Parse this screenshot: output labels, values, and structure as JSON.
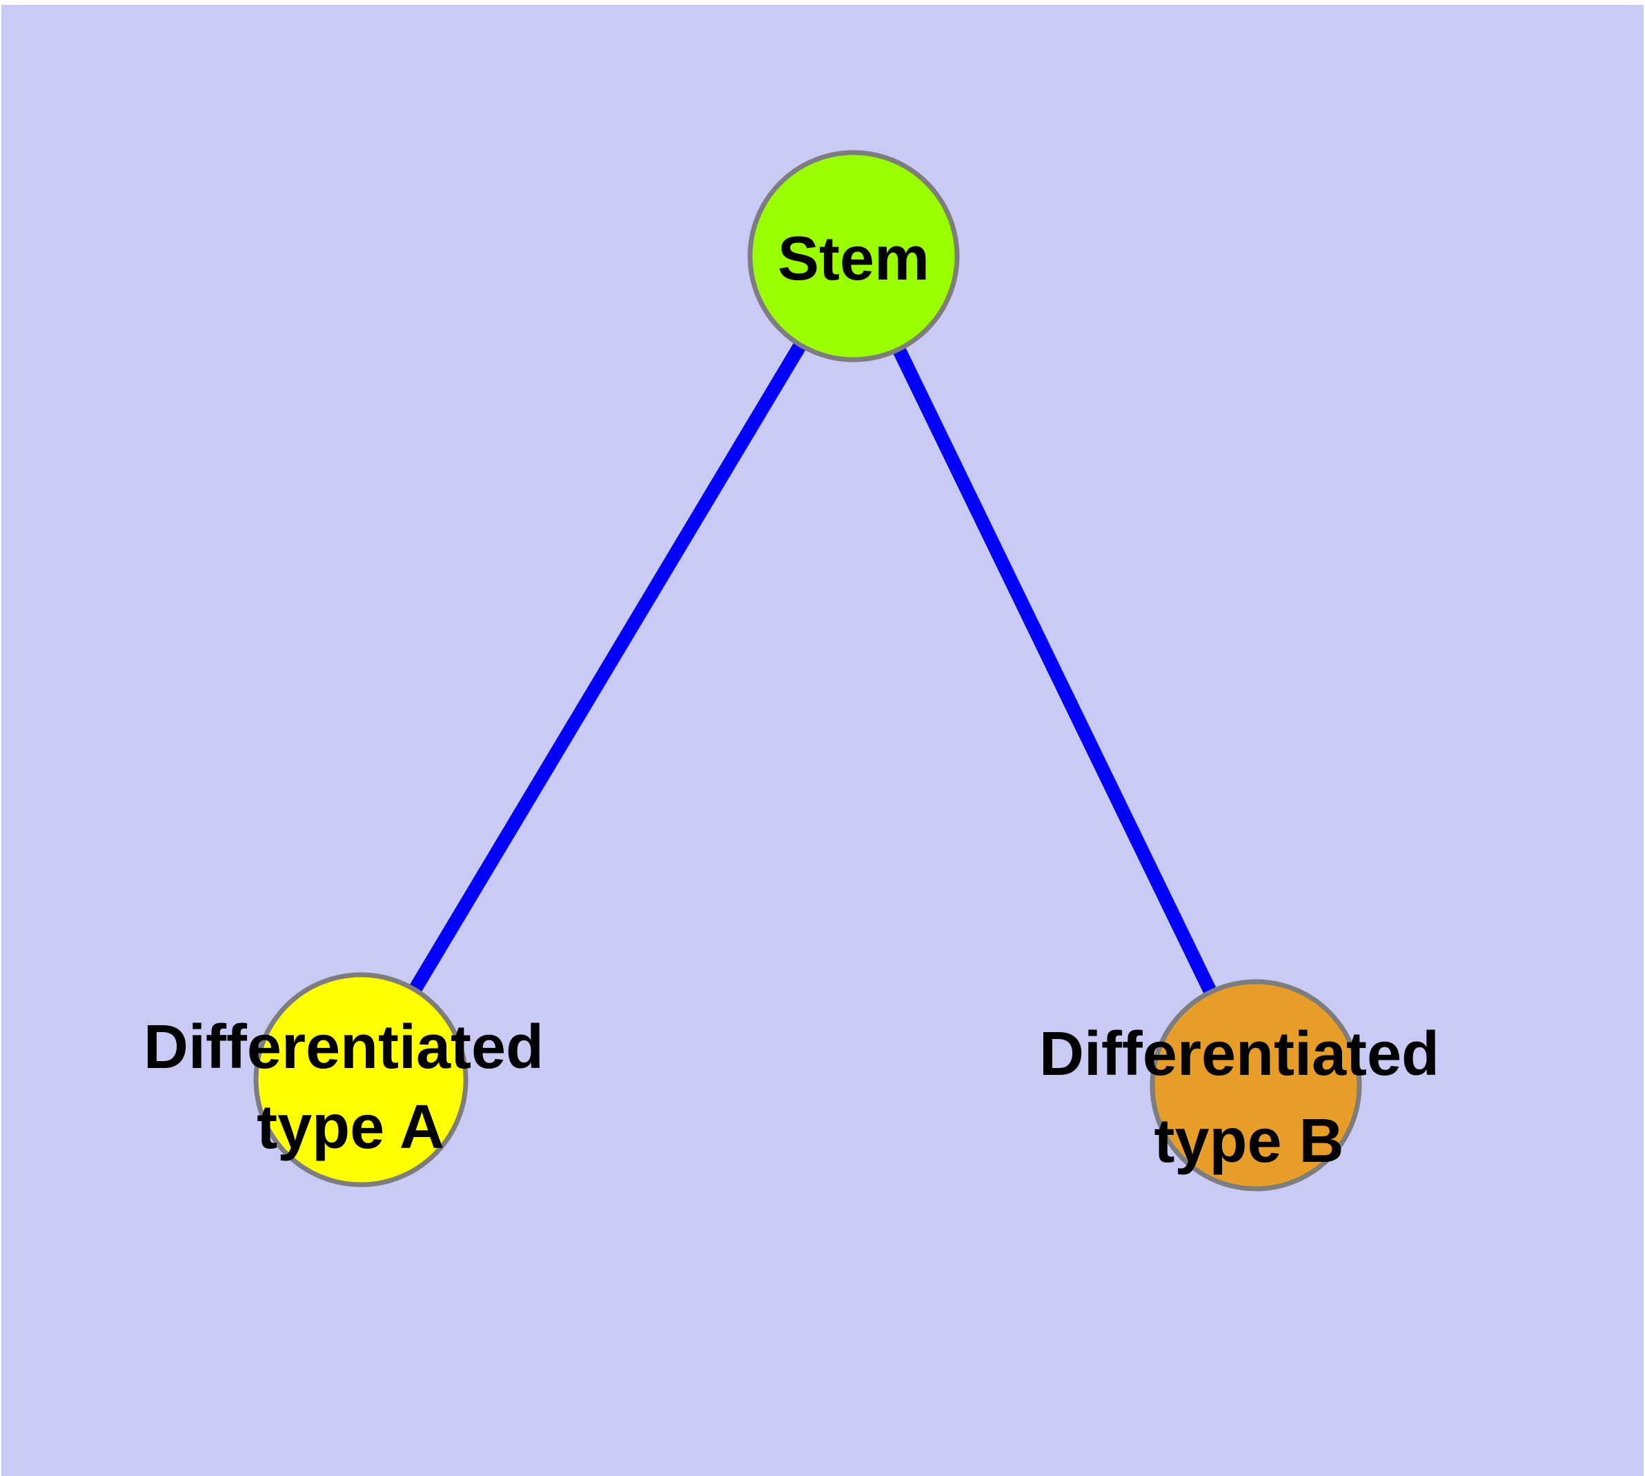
{
  "diagram": {
    "type": "node-link-graph",
    "title": "",
    "background_color": "#cacaf6",
    "page_margin_color": "#ffffff",
    "edge_color": "#0202fa",
    "node_border_color": "#7d7d7d",
    "label_color": "#000000",
    "nodes": [
      {
        "id": "stem",
        "label": "Stem",
        "line1": "Stem",
        "line2": "",
        "fill": "#9afe00"
      },
      {
        "id": "differentiated-type-a",
        "label": "Differentiated type A",
        "line1": "Differentiated",
        "line2": "type A",
        "fill": "#ffff00"
      },
      {
        "id": "differentiated-type-b",
        "label": "Differentiated type B",
        "line1": "Differentiated",
        "line2": "type B",
        "fill": "#e69e28"
      }
    ],
    "edges": [
      {
        "from": "Stem",
        "to": "Differentiated type A"
      },
      {
        "from": "Stem",
        "to": "Differentiated type B"
      }
    ]
  }
}
